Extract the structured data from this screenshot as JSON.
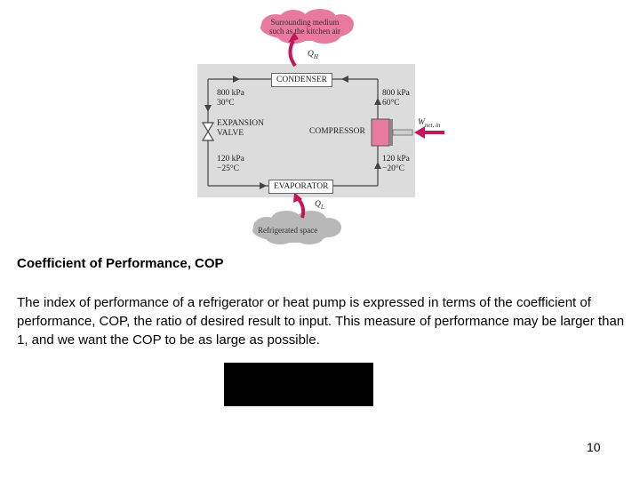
{
  "diagram": {
    "cloud_top": [
      "Surrounding medium",
      "such as the kitchen air"
    ],
    "q_h": "Q",
    "q_h_sub": "H",
    "condenser": "CONDENSER",
    "evaporator": "EVAPORATOR",
    "compressor": "COMPRESSOR",
    "expansion_valve": [
      "EXPANSION",
      "VALVE"
    ],
    "state_top_left": [
      "800 kPa",
      "30°C"
    ],
    "state_top_right": [
      "800 kPa",
      "60°C"
    ],
    "state_bottom_left": [
      "120 kPa",
      "−25°C"
    ],
    "state_bottom_right": [
      "120 kPa",
      "−20°C"
    ],
    "w_net": "W",
    "w_net_sub": "net, in",
    "q_l": "Q",
    "q_l_sub": "L",
    "cloud_bottom": "Refrigerated space",
    "colors": {
      "cloud": "#e8799f",
      "cloud_bottom": "#b8b8b8",
      "panel": "#dcdcdc",
      "accent": "#c2185b"
    }
  },
  "heading": "Coefficient of Performance, COP",
  "paragraph": "The index of performance of a refrigerator or heat pump is expressed in terms of the coefficient of performance, COP, the ratio of desired result to input.  This measure of performance may be larger than 1, and we want the COP to be as large as possible.",
  "page_number": "10"
}
